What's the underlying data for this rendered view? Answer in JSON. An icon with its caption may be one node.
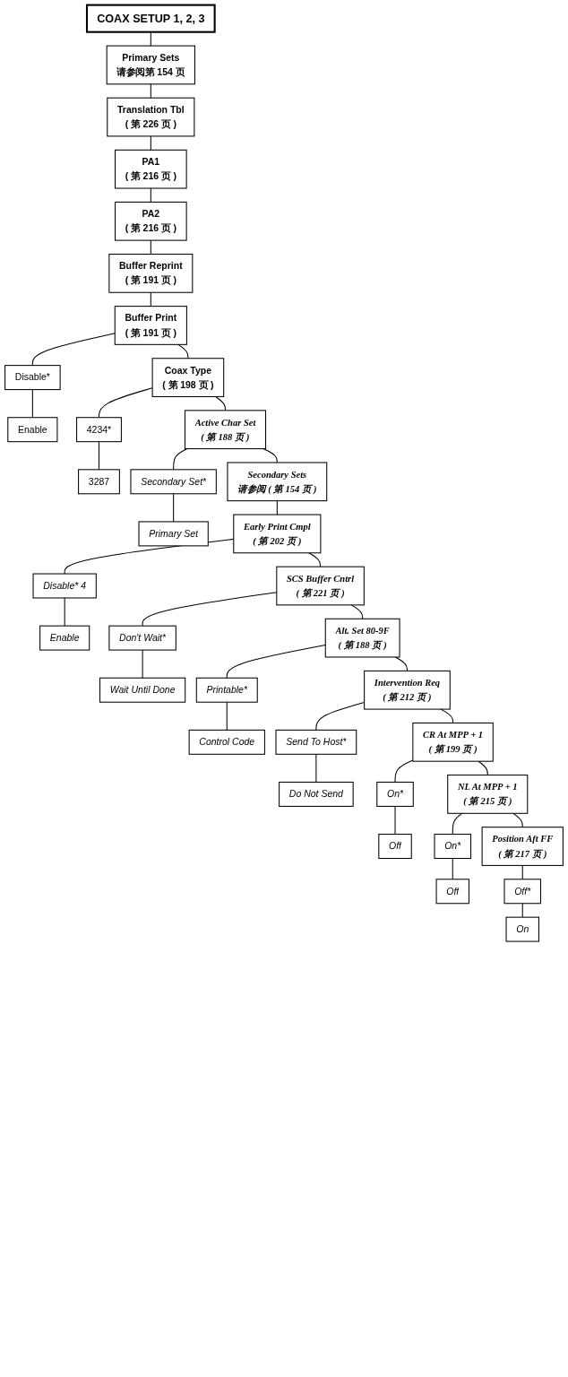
{
  "diagram": {
    "nodes": [
      {
        "text": [
          "COAX SETUP 1, 2, 3"
        ]
      },
      {
        "text": [
          "Primary Sets",
          "请参阅第 154 页"
        ]
      },
      {
        "text": [
          "Translation Tbl",
          "( 第 226 页 )"
        ]
      },
      {
        "text": [
          "PA1",
          "( 第 216 页 )"
        ]
      },
      {
        "text": [
          "PA2",
          "( 第 216 页 )"
        ]
      },
      {
        "text": [
          "Buffer Reprint",
          "( 第 191 页 )"
        ]
      },
      {
        "text": [
          "Buffer Print",
          "( 第 191 页 )"
        ]
      },
      {
        "text": [
          "Disable*"
        ]
      },
      {
        "text": [
          "Enable"
        ]
      },
      {
        "text": [
          "Coax Type",
          "( 第 198 页 )"
        ]
      },
      {
        "text": [
          "4234*"
        ]
      },
      {
        "text": [
          "3287"
        ]
      },
      {
        "text": [
          "Active Char Set",
          "( 第 188 页 )"
        ]
      },
      {
        "text": [
          "Secondary Set*"
        ]
      },
      {
        "text": [
          "Primary Set"
        ]
      },
      {
        "text": [
          "Secondary Sets",
          "请参阅 ( 第 154 页 )"
        ]
      },
      {
        "text": [
          "Early Print Cmpl",
          "( 第 202 页 )"
        ]
      },
      {
        "text": [
          "Disable* 4"
        ]
      },
      {
        "text": [
          "Enable"
        ]
      },
      {
        "text": [
          "SCS Buffer Cntrl",
          "( 第 221 页 )"
        ]
      },
      {
        "text": [
          "Don't Wait*"
        ]
      },
      {
        "text": [
          "Wait Until Done"
        ]
      },
      {
        "text": [
          "Alt. Set 80-9F",
          "( 第 188 页 )"
        ]
      },
      {
        "text": [
          "Printable*"
        ]
      },
      {
        "text": [
          "Control Code"
        ]
      },
      {
        "text": [
          "Intervention Req",
          "( 第 212 页 )"
        ]
      },
      {
        "text": [
          "Send To Host*"
        ]
      },
      {
        "text": [
          "Do Not Send"
        ]
      },
      {
        "text": [
          "CR At MPP + 1",
          "( 第 199 页 )"
        ]
      },
      {
        "text": [
          "On*"
        ]
      },
      {
        "text": [
          "Off"
        ]
      },
      {
        "text": [
          "NL At MPP + 1",
          "( 第 215 页 )"
        ]
      },
      {
        "text": [
          "On*"
        ]
      },
      {
        "text": [
          "Off"
        ]
      },
      {
        "text": [
          "Position Aft FF",
          "( 第 217 页 )"
        ]
      },
      {
        "text": [
          "Off*"
        ]
      },
      {
        "text": [
          "On"
        ]
      }
    ],
    "edges": [
      {
        "from": 0,
        "to": 1,
        "arrow": "none"
      },
      {
        "from": 1,
        "to": 2,
        "arrow": "none"
      },
      {
        "from": 2,
        "to": 3,
        "arrow": "none"
      },
      {
        "from": 3,
        "to": 4,
        "arrow": "none"
      },
      {
        "from": 4,
        "to": 5,
        "arrow": "none"
      },
      {
        "from": 5,
        "to": 6,
        "arrow": "none"
      },
      {
        "from": 6,
        "to": 7,
        "arrow": "none"
      },
      {
        "from": 7,
        "to": 8,
        "arrow": "none"
      },
      {
        "from": 6,
        "to": 9,
        "arrow": "none"
      },
      {
        "from": 9,
        "to": 10,
        "arrow": "none"
      },
      {
        "from": 10,
        "to": 11,
        "arrow": "none"
      },
      {
        "from": 9,
        "to": 12,
        "arrow": "none"
      },
      {
        "from": 12,
        "to": 13,
        "arrow": "none"
      },
      {
        "from": 13,
        "to": 14,
        "arrow": "none"
      },
      {
        "from": 12,
        "to": 15,
        "arrow": "none"
      },
      {
        "from": 15,
        "to": 16,
        "arrow": "none"
      },
      {
        "from": 16,
        "to": 17,
        "arrow": "none"
      },
      {
        "from": 17,
        "to": 18,
        "arrow": "none"
      },
      {
        "from": 16,
        "to": 19,
        "arrow": "none"
      },
      {
        "from": 19,
        "to": 20,
        "arrow": "none"
      },
      {
        "from": 20,
        "to": 21,
        "arrow": "none"
      },
      {
        "from": 19,
        "to": 22,
        "arrow": "none"
      },
      {
        "from": 22,
        "to": 23,
        "arrow": "none"
      },
      {
        "from": 23,
        "to": 24,
        "arrow": "none"
      },
      {
        "from": 22,
        "to": 25,
        "arrow": "none"
      },
      {
        "from": 25,
        "to": 26,
        "arrow": "none"
      },
      {
        "from": 26,
        "to": 27,
        "arrow": "none"
      },
      {
        "from": 25,
        "to": 28,
        "arrow": "none"
      },
      {
        "from": 28,
        "to": 29,
        "arrow": "none"
      },
      {
        "from": 29,
        "to": 30,
        "arrow": "none"
      },
      {
        "from": 28,
        "to": 31,
        "arrow": "none"
      },
      {
        "from": 31,
        "to": 32,
        "arrow": "none"
      },
      {
        "from": 32,
        "to": 33,
        "arrow": "none"
      },
      {
        "from": 31,
        "to": 34,
        "arrow": "none"
      },
      {
        "from": 34,
        "to": 35,
        "arrow": "none"
      },
      {
        "from": 35,
        "to": 36,
        "arrow": "none"
      }
    ]
  }
}
